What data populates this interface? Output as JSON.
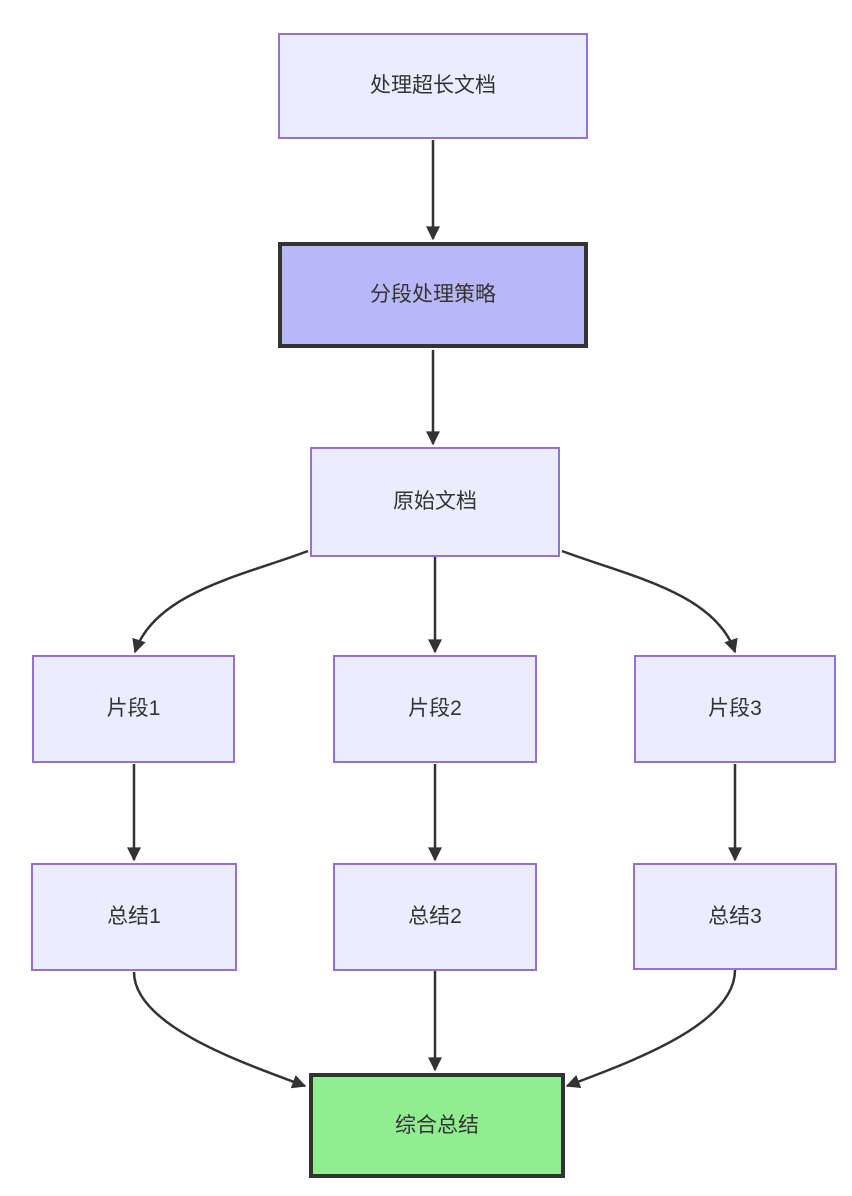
{
  "colors": {
    "background": "#ffffff",
    "node_fill": "#ECECFF",
    "node_border": "#9370DB",
    "emphasis_fill": "#B8B8F8",
    "emphasis_border": "#333333",
    "result_fill": "#90EE90",
    "result_border": "#333333",
    "edge": "#333333",
    "text": "#333333"
  },
  "nodes": {
    "process_long_doc": {
      "label": "处理超长文档"
    },
    "segmentation_strategy": {
      "label": "分段处理策略"
    },
    "original_doc": {
      "label": "原始文档"
    },
    "fragment_1": {
      "label": "片段1"
    },
    "fragment_2": {
      "label": "片段2"
    },
    "fragment_3": {
      "label": "片段3"
    },
    "summary_1": {
      "label": "总结1"
    },
    "summary_2": {
      "label": "总结2"
    },
    "summary_3": {
      "label": "总结3"
    },
    "final_summary": {
      "label": "综合总结"
    }
  },
  "edges": [
    {
      "from": "处理超长文档",
      "to": "分段处理策略"
    },
    {
      "from": "分段处理策略",
      "to": "原始文档"
    },
    {
      "from": "原始文档",
      "to": "片段1"
    },
    {
      "from": "原始文档",
      "to": "片段2"
    },
    {
      "from": "原始文档",
      "to": "片段3"
    },
    {
      "from": "片段1",
      "to": "总结1"
    },
    {
      "from": "片段2",
      "to": "总结2"
    },
    {
      "from": "片段3",
      "to": "总结3"
    },
    {
      "from": "总结1",
      "to": "综合总结"
    },
    {
      "from": "总结2",
      "to": "综合总结"
    },
    {
      "from": "总结3",
      "to": "综合总结"
    }
  ]
}
